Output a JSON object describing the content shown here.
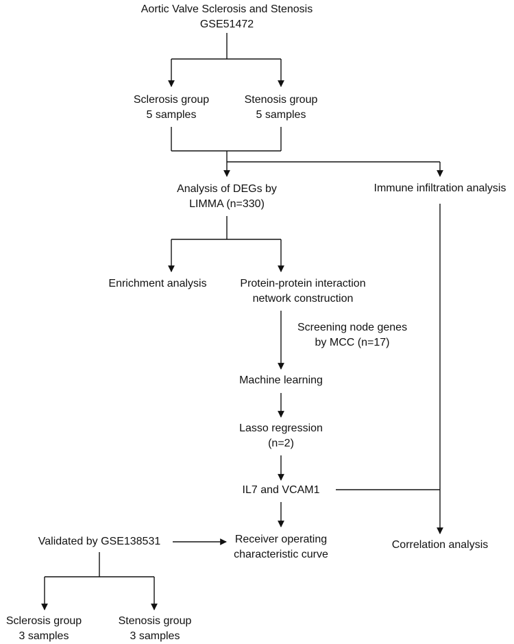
{
  "nodes": {
    "source": {
      "line1": "Aortic Valve Sclerosis and Stenosis",
      "line2": "GSE51472"
    },
    "sclerosis": {
      "line1": "Sclerosis group",
      "line2": "5 samples"
    },
    "stenosis": {
      "line1": "Stenosis group",
      "line2": "5 samples"
    },
    "degs": {
      "line1": "Analysis of DEGs by",
      "line2": "LIMMA  (n=330)"
    },
    "immune": {
      "line1": "Immune infiltration analysis"
    },
    "enrichment": {
      "line1": "Enrichment analysis"
    },
    "ppi": {
      "line1": "Protein-protein interaction",
      "line2": "network construction"
    },
    "screening": {
      "line1": "Screening node genes",
      "line2": "by MCC  (n=17)"
    },
    "ml": {
      "line1": "Machine learning"
    },
    "lasso": {
      "line1": "Lasso regression",
      "line2": "(n=2)"
    },
    "genes": {
      "line1": "IL7 and VCAM1"
    },
    "validated": {
      "line1": "Validated by GSE138531"
    },
    "roc": {
      "line1": "Receiver operating",
      "line2": "characteristic curve"
    },
    "correlation": {
      "line1": "Correlation analysis"
    },
    "sclerosis2": {
      "line1": "Sclerosis group",
      "line2": "3 samples"
    },
    "stenosis2": {
      "line1": "Stenosis group",
      "line2": "3 samples"
    }
  }
}
